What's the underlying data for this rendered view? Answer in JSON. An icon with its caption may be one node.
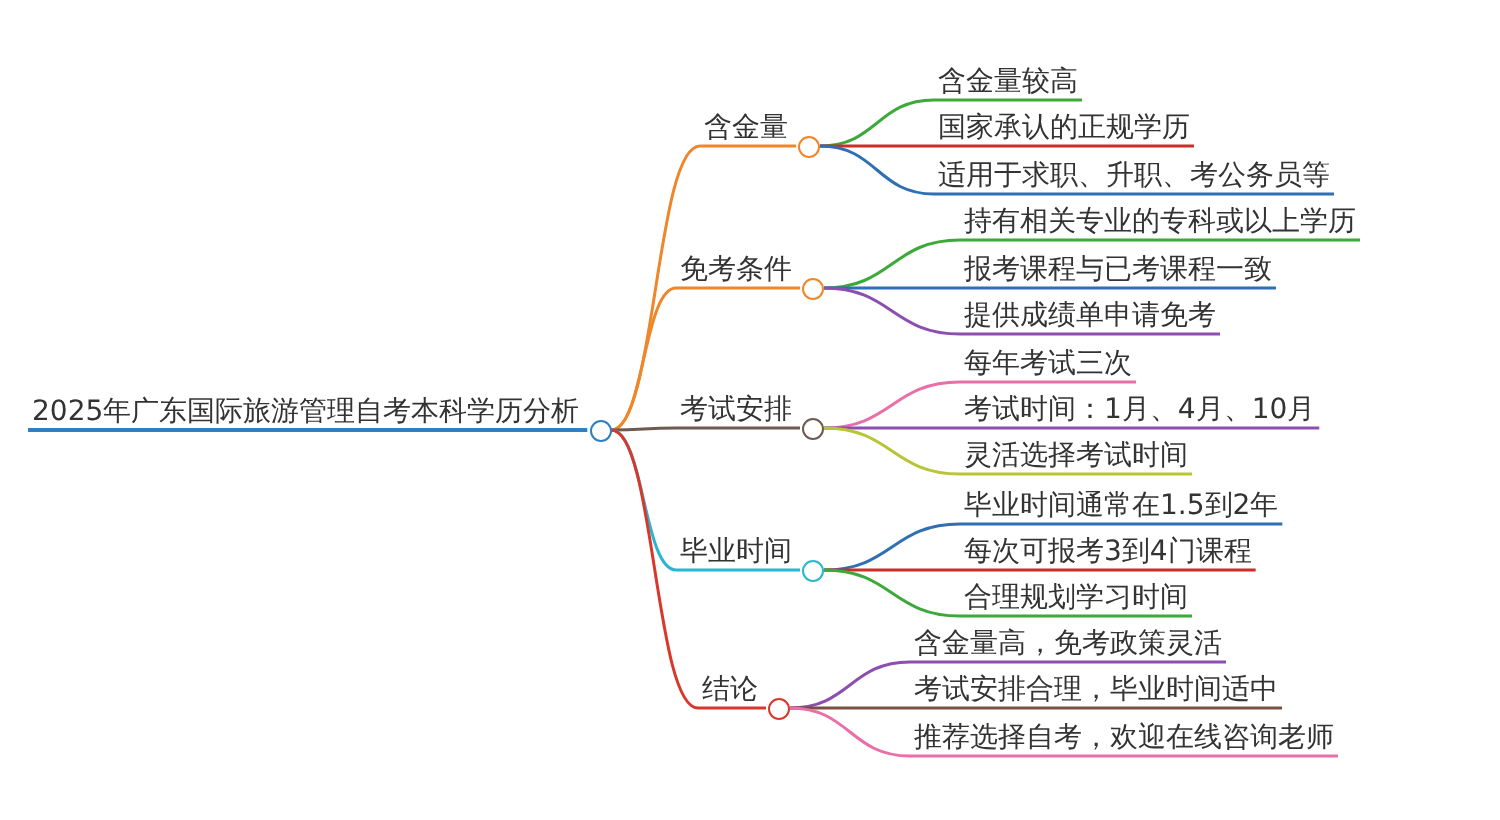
{
  "diagram": {
    "nodes": [
      {
        "text": [
          "2025年广东国际旅游管理自考本科学历分析"
        ]
      },
      {
        "text": [
          "含金量"
        ]
      },
      {
        "text": [
          "免考条件"
        ]
      },
      {
        "text": [
          "考试安排"
        ]
      },
      {
        "text": [
          "毕业时间"
        ]
      },
      {
        "text": [
          "结论"
        ]
      },
      {
        "text": [
          "含金量较高"
        ]
      },
      {
        "text": [
          "国家承认的正规学历"
        ]
      },
      {
        "text": [
          "适用于求职、升职、考公务员等"
        ]
      },
      {
        "text": [
          "持有相关专业的专科或以上学历"
        ]
      },
      {
        "text": [
          "报考课程与已考课程一致"
        ]
      },
      {
        "text": [
          "提供成绩单申请免考"
        ]
      },
      {
        "text": [
          "每年考试三次"
        ]
      },
      {
        "text": [
          "考试时间：1月、4月、10月"
        ]
      },
      {
        "text": [
          "灵活选择考试时间"
        ]
      },
      {
        "text": [
          "毕业时间通常在1.5到2年"
        ]
      },
      {
        "text": [
          "每次可报考3到4门课程"
        ]
      },
      {
        "text": [
          "合理规划学习时间"
        ]
      },
      {
        "text": [
          "含金量高，免考政策灵活"
        ]
      },
      {
        "text": [
          "考试安排合理，毕业时间适中"
        ]
      },
      {
        "text": [
          "推荐选择自考，欢迎在线咨询老师"
        ]
      }
    ],
    "edges": [
      {
        "from": 0,
        "to": 1,
        "arrow": "none",
        "color": "#f0862a"
      },
      {
        "from": 0,
        "to": 2,
        "arrow": "none",
        "color": "#f0862a"
      },
      {
        "from": 0,
        "to": 3,
        "arrow": "none",
        "color": "#6e5a50"
      },
      {
        "from": 0,
        "to": 4,
        "arrow": "none",
        "color": "#2bb5cf"
      },
      {
        "from": 0,
        "to": 5,
        "arrow": "none",
        "color": "#d8382c"
      },
      {
        "from": 1,
        "to": 6,
        "arrow": "none",
        "color": "#3da93a"
      },
      {
        "from": 1,
        "to": 7,
        "arrow": "none",
        "color": "#c8302a"
      },
      {
        "from": 1,
        "to": 8,
        "arrow": "none",
        "color": "#2f6fb3"
      },
      {
        "from": 2,
        "to": 9,
        "arrow": "none",
        "color": "#3da93a"
      },
      {
        "from": 2,
        "to": 10,
        "arrow": "none",
        "color": "#2f6fb3"
      },
      {
        "from": 2,
        "to": 11,
        "arrow": "none",
        "color": "#8c4fb0"
      },
      {
        "from": 3,
        "to": 12,
        "arrow": "none",
        "color": "#e86fa8"
      },
      {
        "from": 3,
        "to": 13,
        "arrow": "none",
        "color": "#8c4fb0"
      },
      {
        "from": 3,
        "to": 14,
        "arrow": "none",
        "color": "#b7c536"
      },
      {
        "from": 4,
        "to": 15,
        "arrow": "none",
        "color": "#2f6fb3"
      },
      {
        "from": 4,
        "to": 16,
        "arrow": "none",
        "color": "#c8302a"
      },
      {
        "from": 4,
        "to": 17,
        "arrow": "none",
        "color": "#3da93a"
      },
      {
        "from": 5,
        "to": 18,
        "arrow": "none",
        "color": "#8c4fb0"
      },
      {
        "from": 5,
        "to": 19,
        "arrow": "none",
        "color": "#7a5040"
      },
      {
        "from": 5,
        "to": 20,
        "arrow": "none",
        "color": "#e86fa8"
      }
    ]
  }
}
